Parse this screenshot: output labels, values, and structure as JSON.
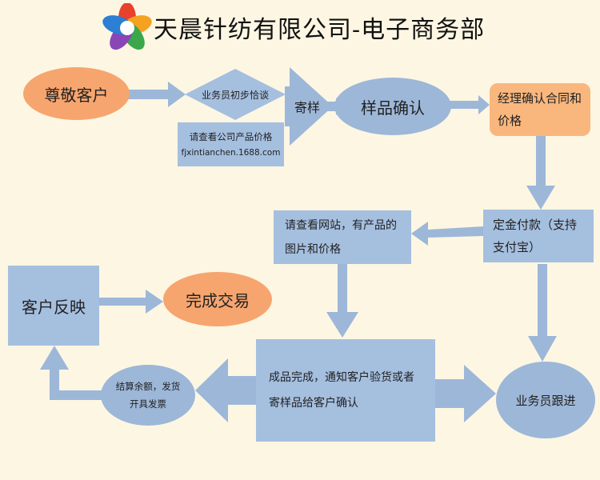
{
  "header": {
    "title": "天晨针纺有限公司-电子商务部"
  },
  "nodes": {
    "customer": "尊敬客户",
    "initial_talk": "业务员初步恰谈",
    "check_price": "请查看公司产品价格",
    "website_url": "fjxintianchen.1688.com",
    "send_sample": "寄样",
    "sample_confirm": "样品确认",
    "manager_confirm": "经理确认合同和价格",
    "deposit": "定金付款（支持支付宝）",
    "view_site": "请查看网站，有产品的图片和价格",
    "customer_feedback": "客户反映",
    "deal_done": "完成交易",
    "finished_goods": "成品完成，通知客户验货或者寄样品给客户确认",
    "settle": "结算余额，发货开具发票",
    "followup": "业务员跟进"
  },
  "colors": {
    "arrow": "#9db7d8",
    "orange": "#f7a56e",
    "blue": "#a5bfdf",
    "background": "#fdf6e3"
  }
}
